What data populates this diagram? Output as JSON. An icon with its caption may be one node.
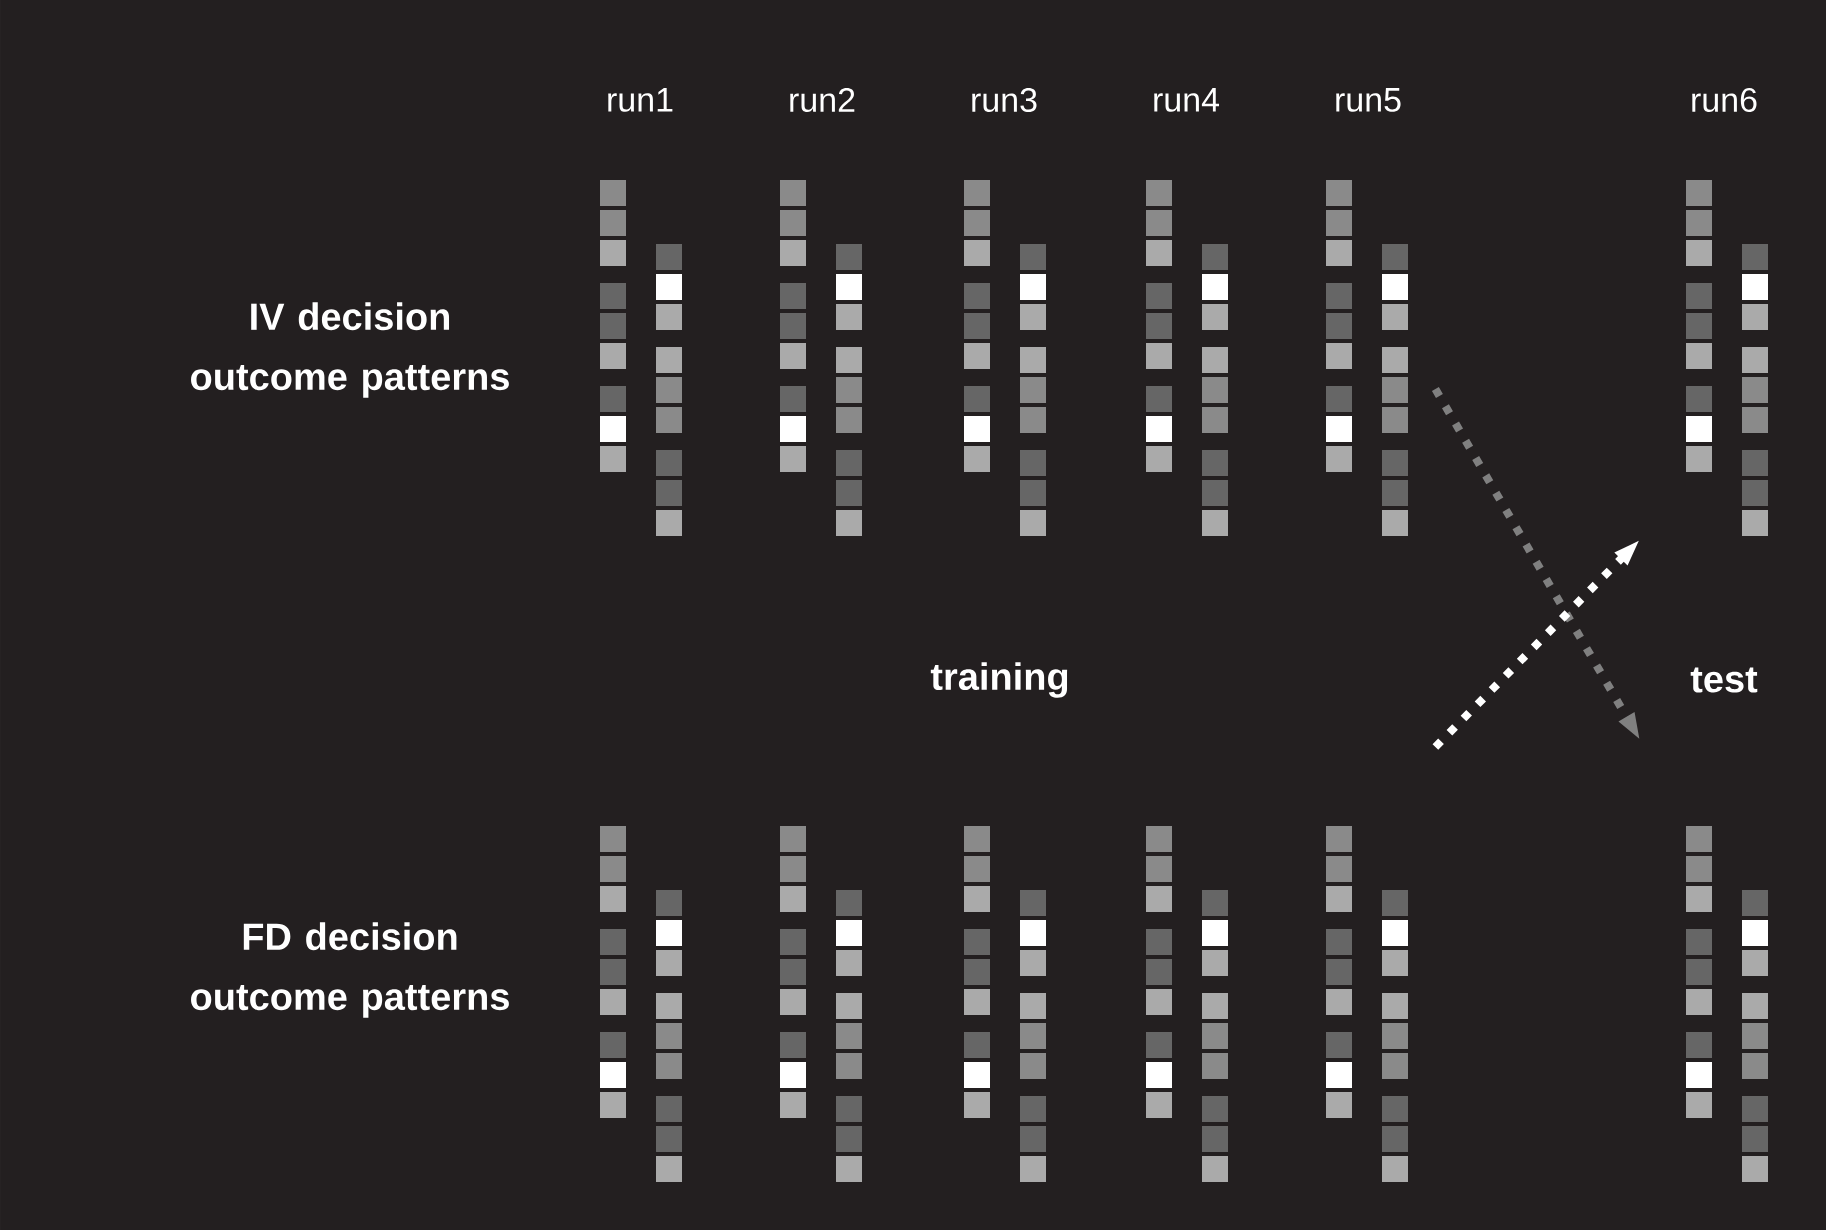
{
  "diagram": {
    "nodes": [
      {
        "text": [],
        "shape": "picture"
      },
      {
        "text": [],
        "shape": "picture"
      },
      {
        "text": [],
        "shape": "picture"
      },
      {
        "text": [],
        "shape": "picture"
      },
      {
        "text": [],
        "shape": "picture"
      },
      {
        "text": [],
        "shape": "picture"
      },
      {
        "text": [],
        "shape": "picture"
      },
      {
        "text": [],
        "shape": "picture"
      },
      {
        "text": [],
        "shape": "picture"
      },
      {
        "text": [],
        "shape": "picture"
      },
      {
        "text": [],
        "shape": "picture"
      },
      {
        "text": [],
        "shape": "picture"
      }
    ],
    "edges": [
      {
        "from": 4,
        "to": 11,
        "arrow": "to",
        "style": "dashed",
        "color": "#808080"
      },
      {
        "from": 10,
        "to": 5,
        "arrow": "to",
        "style": "dashed",
        "color": "#ffffff"
      }
    ],
    "labels": [
      "run1",
      "run2",
      "run3",
      "run4",
      "run5",
      "run6",
      "IV decision outcome patterns",
      "training",
      "test",
      "FD decision outcome patterns"
    ]
  }
}
